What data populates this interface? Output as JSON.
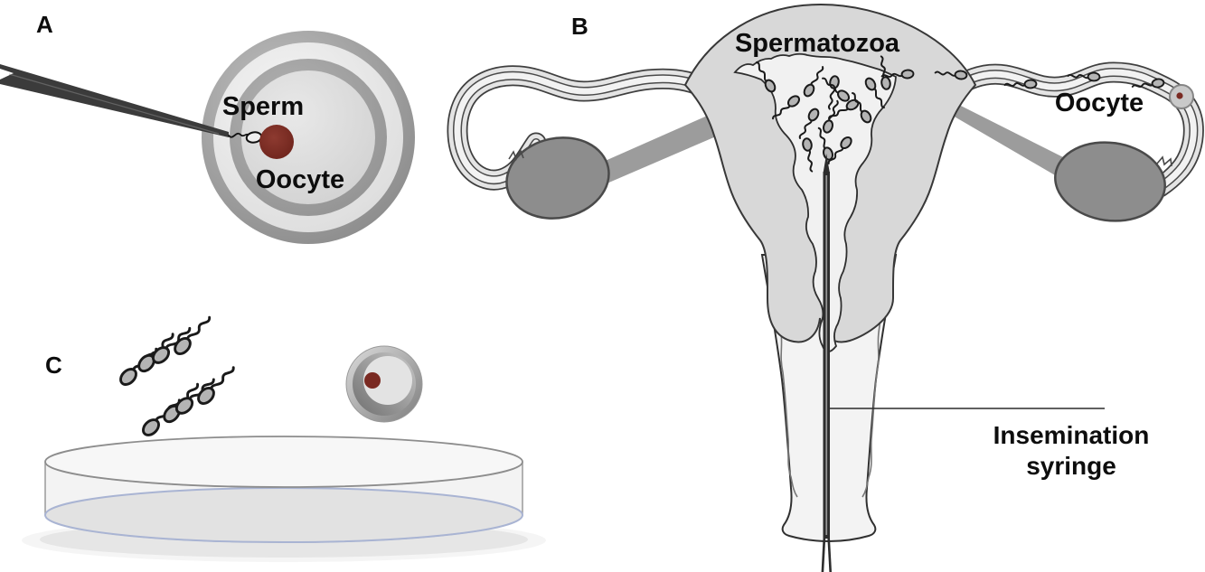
{
  "panel_a": {
    "letter": "A",
    "labels": {
      "sperm": "Sperm",
      "oocyte": "Oocyte"
    }
  },
  "panel_b": {
    "letter": "B",
    "labels": {
      "spermatozoa": "Spermatozoa",
      "oocyte": "Oocyte",
      "insemination_line1": "Insemination",
      "insemination_line2": "syringe"
    }
  },
  "panel_c": {
    "letter": "C"
  },
  "colors": {
    "nucleus_red": "#7a2a22",
    "uterus_gray": "#d8d8d8",
    "cavity_white": "#f1f1f1",
    "ovary_gray": "#8d8d8d",
    "ligament_gray": "#9c9c9c",
    "dish_rim_blue": "#a9b4d3",
    "outline_dark": "#2e2e2e"
  }
}
